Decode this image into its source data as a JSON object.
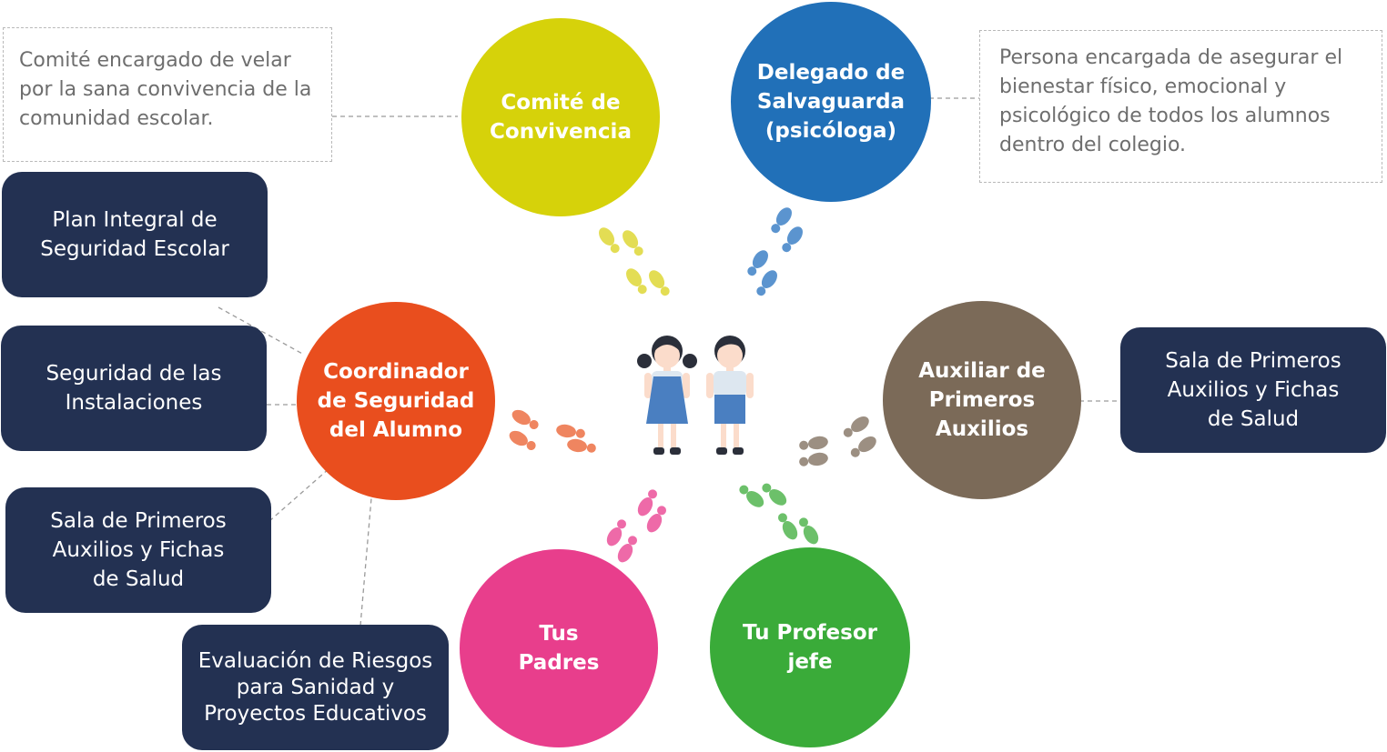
{
  "colors": {
    "navy": "#233152",
    "yellow": "#d6d20a",
    "blue": "#2170b8",
    "orange": "#e94e1e",
    "brown": "#7b6a58",
    "pink": "#e83e8c",
    "green": "#3aab39",
    "foot_yellow": "#e3dd54",
    "foot_blue": "#5b94cf",
    "foot_orange": "#ef8560",
    "foot_brown": "#9c8f82",
    "foot_pink": "#ee6aa8",
    "foot_green": "#6cc06a"
  },
  "circles": {
    "comite": "Comité de Convivencia",
    "delegado": "Delegado de Salvaguarda (psicóloga)",
    "coordinador": "Coordinador de Seguridad del Alumno",
    "auxiliar": "Auxiliar de Primeros Auxilios",
    "padres": "Tus Padres",
    "profesor": "Tu Profesor jefe"
  },
  "notes": {
    "comite": "Comité encargado de velar por la sana convivencia de la comunidad escolar.",
    "delegado": "Persona encargada de asegurar el bienestar físico, emocional y psicológico de todos los alumnos dentro del colegio."
  },
  "boxes": {
    "plan": "Plan Integral de Seguridad Escolar",
    "instalaciones": "Seguridad de las Instalaciones",
    "sala_left": "Sala de Primeros Auxilios y Fichas de Salud",
    "evaluacion": "Evaluación de Riesgos para Sanidad y Proyectos Educativos",
    "sala_right": "Sala de Primeros Auxilios y Fichas de Salud"
  },
  "icons": [
    "children-icon",
    "footprints-icon"
  ]
}
